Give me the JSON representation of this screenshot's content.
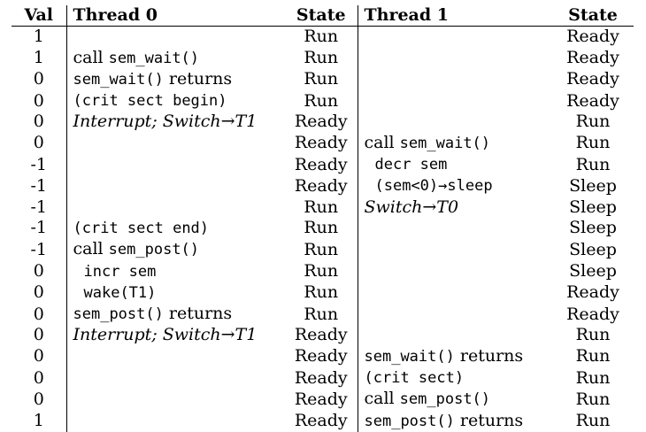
{
  "headers": {
    "val": "Val",
    "thread0": "Thread 0",
    "state0": "State",
    "thread1": "Thread 1",
    "state1": "State"
  },
  "rows": [
    {
      "val": "1",
      "t0": [],
      "s0": "Run",
      "t1": [],
      "s1": "Ready"
    },
    {
      "val": "1",
      "t0": [
        {
          "t": "call ",
          "k": "txt"
        },
        {
          "t": "sem_wait()",
          "k": "code"
        }
      ],
      "s0": "Run",
      "t1": [],
      "s1": "Ready"
    },
    {
      "val": "0",
      "t0": [
        {
          "t": "sem_wait()",
          "k": "code"
        },
        {
          "t": " returns",
          "k": "txt"
        }
      ],
      "s0": "Run",
      "t1": [],
      "s1": "Ready"
    },
    {
      "val": "0",
      "t0": [
        {
          "t": "(crit sect begin)",
          "k": "code"
        }
      ],
      "s0": "Run",
      "t1": [],
      "s1": "Ready"
    },
    {
      "val": "0",
      "t0": [
        {
          "t": "Interrupt; Switch→T1",
          "k": "it"
        }
      ],
      "s0": "Ready",
      "t1": [],
      "s1": "Run"
    },
    {
      "val": "0",
      "t0": [],
      "s0": "Ready",
      "t1": [
        {
          "t": "call ",
          "k": "txt"
        },
        {
          "t": "sem_wait()",
          "k": "code"
        }
      ],
      "s1": "Run"
    },
    {
      "val": "-1",
      "t0": [],
      "s0": "Ready",
      "t1": [
        {
          "t": "decr sem",
          "k": "code"
        }
      ],
      "t1_indent": true,
      "s1": "Run"
    },
    {
      "val": "-1",
      "t0": [],
      "s0": "Ready",
      "t1": [
        {
          "t": "(sem<0)→sleep",
          "k": "code"
        }
      ],
      "t1_indent": true,
      "s1": "Sleep"
    },
    {
      "val": "-1",
      "t0": [],
      "s0": "Run",
      "t1": [
        {
          "t": "Switch→T0",
          "k": "it"
        }
      ],
      "s1": "Sleep"
    },
    {
      "val": "-1",
      "t0": [
        {
          "t": "(crit sect end)",
          "k": "code"
        }
      ],
      "s0": "Run",
      "t1": [],
      "s1": "Sleep"
    },
    {
      "val": "-1",
      "t0": [
        {
          "t": "call ",
          "k": "txt"
        },
        {
          "t": "sem_post()",
          "k": "code"
        }
      ],
      "s0": "Run",
      "t1": [],
      "s1": "Sleep"
    },
    {
      "val": "0",
      "t0": [
        {
          "t": "incr sem",
          "k": "code"
        }
      ],
      "t0_indent": true,
      "s0": "Run",
      "t1": [],
      "s1": "Sleep"
    },
    {
      "val": "0",
      "t0": [
        {
          "t": "wake(T1)",
          "k": "code"
        }
      ],
      "t0_indent": true,
      "s0": "Run",
      "t1": [],
      "s1": "Ready"
    },
    {
      "val": "0",
      "t0": [
        {
          "t": "sem_post()",
          "k": "code"
        },
        {
          "t": " returns",
          "k": "txt"
        }
      ],
      "s0": "Run",
      "t1": [],
      "s1": "Ready"
    },
    {
      "val": "0",
      "t0": [
        {
          "t": "Interrupt; Switch→T1",
          "k": "it"
        }
      ],
      "s0": "Ready",
      "t1": [],
      "s1": "Run"
    },
    {
      "val": "0",
      "t0": [],
      "s0": "Ready",
      "t1": [
        {
          "t": "sem_wait()",
          "k": "code"
        },
        {
          "t": " returns",
          "k": "txt"
        }
      ],
      "s1": "Run"
    },
    {
      "val": "0",
      "t0": [],
      "s0": "Ready",
      "t1": [
        {
          "t": "(crit sect)",
          "k": "code"
        }
      ],
      "s1": "Run"
    },
    {
      "val": "0",
      "t0": [],
      "s0": "Ready",
      "t1": [
        {
          "t": "call ",
          "k": "txt"
        },
        {
          "t": "sem_post()",
          "k": "code"
        }
      ],
      "s1": "Run"
    },
    {
      "val": "1",
      "t0": [],
      "s0": "Ready",
      "t1": [
        {
          "t": "sem_post()",
          "k": "code"
        },
        {
          "t": " returns",
          "k": "txt"
        }
      ],
      "s1": "Run"
    }
  ]
}
